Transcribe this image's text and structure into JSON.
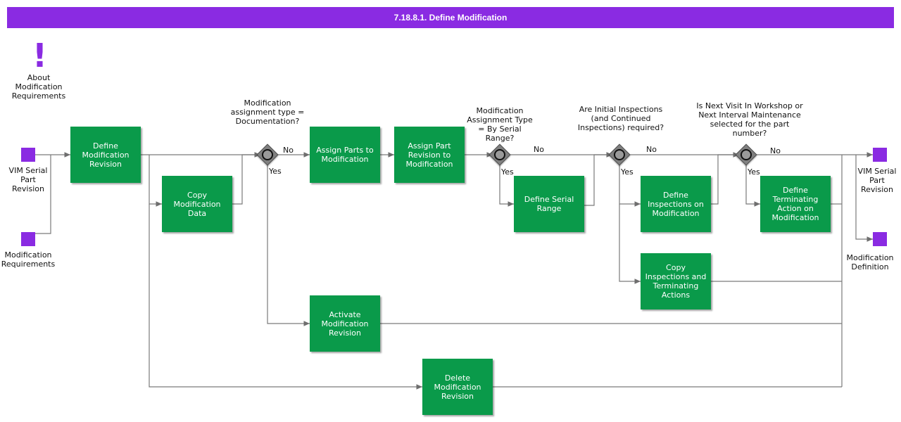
{
  "title": "7.18.8.1. Define Modification",
  "about": {
    "label": "About Modification Requirements",
    "icon": "exclamation-icon"
  },
  "events": {
    "vim_serial_in": "VIM Serial Part Revision",
    "mod_requirements": "Modification Requirements",
    "vim_serial_out": "VIM Serial Part Revision",
    "mod_definition": "Modification Definition"
  },
  "tasks": {
    "define_mod_revision": "Define Modification Revision",
    "copy_mod_data": "Copy Modification Data",
    "assign_parts": "Assign Parts to Modification",
    "assign_part_revision": "Assign Part Revision to Modification",
    "define_serial_range": "Define Serial Range",
    "define_inspections": "Define Inspections on Modification",
    "copy_inspections": "Copy Inspections and Terminating Actions",
    "define_terminating": "Define Terminating Action on Modification",
    "activate_mod_revision": "Activate Modification Revision",
    "delete_mod_revision": "Delete Modification Revision"
  },
  "gateways": {
    "g1": "Modification assignment type = Documentation?",
    "g2": "Modification Assignment Type = By Serial Range?",
    "g3": "Are Initial Inspections (and Continued Inspections) required?",
    "g4": "Is Next Visit In Workshop or Next Interval Maintenance selected for the part number?"
  },
  "flow_labels": {
    "g1_no": "No",
    "g1_yes": "Yes",
    "g2_no": "No",
    "g2_yes": "Yes",
    "g3_no": "No",
    "g3_yes": "Yes",
    "g4_no": "No",
    "g4_yes": "Yes"
  },
  "colors": {
    "header": "#8a2be2",
    "task": "#0a9a4a",
    "event": "#8a2be2",
    "gateway": "#808080"
  }
}
